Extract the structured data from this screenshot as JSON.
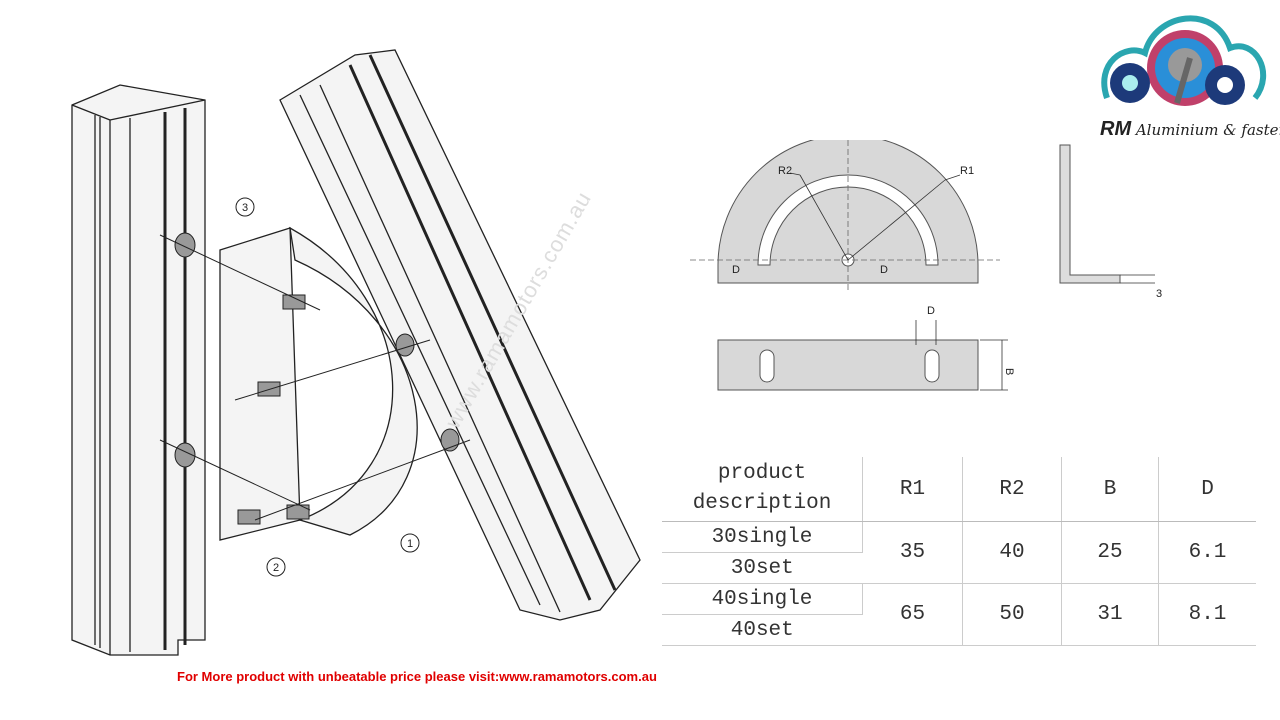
{
  "logo": {
    "brand": "RM",
    "name": "Aluminium & fasteners",
    "colors": {
      "cloud": "#2aa6b0",
      "gear_dark": "#1d3a7a",
      "gear_red": "#c0406a",
      "globe": "#2a8fd8"
    }
  },
  "assembly_drawing": {
    "callouts": [
      "1",
      "2",
      "3"
    ]
  },
  "watermark": "www.ramamotors.com.au",
  "dimension_drawing": {
    "labels": {
      "r1": "R1",
      "r2": "R2",
      "d_left": "D",
      "d_center": "D",
      "thickness": "3",
      "d_top": "D",
      "b": "B"
    }
  },
  "spec_table": {
    "headers": [
      "product\ndescription",
      "R1",
      "R2",
      "B",
      "D"
    ],
    "header_desc_line1": "product",
    "header_desc_line2": "description",
    "groups": [
      {
        "products": [
          "30single",
          "30set"
        ],
        "R1": "35",
        "R2": "40",
        "B": "25",
        "D": "6.1"
      },
      {
        "products": [
          "40single",
          "40set"
        ],
        "R1": "65",
        "R2": "50",
        "B": "31",
        "D": "8.1"
      }
    ]
  },
  "footer": "For More product with unbeatable price please visit:www.ramamotors.com.au"
}
